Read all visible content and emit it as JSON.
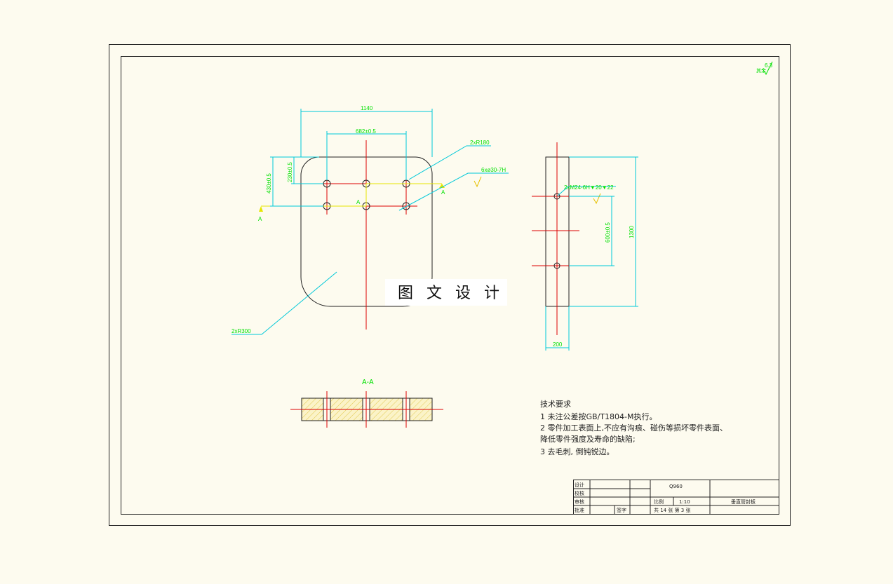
{
  "colors": {
    "background": "#fdfbef",
    "outline": "#222222",
    "center_line": "#dd0000",
    "dimension": "#00c8d8",
    "dimension_text": "#00e000",
    "section_arrow": "#e6e600",
    "hatch": "#f6e7a0"
  },
  "surface_roughness": "6.3",
  "surface_roughness_prefix": "其余",
  "front_view": {
    "width_dim": "1140",
    "hole_spacing_dim": "682±0.5",
    "left_dim_1": "230±0.5",
    "left_dim_2": "430±0.5",
    "corner_callout_top": "2xR180",
    "corner_callout_bottom": "2xR300",
    "hole_callout": "6xø30-7H",
    "section_label_left": "A",
    "section_label_right": "A",
    "section_label_mid": "A"
  },
  "side_view": {
    "thread_callout": "2xM24-6H▼20▼22",
    "hole_spacing_dim": "600±0.5",
    "height_dim": "1300",
    "thickness_dim": "200"
  },
  "section_view": {
    "label": "A-A"
  },
  "watermark": "图 文 设 计",
  "tech_requirements": {
    "title": "技术要求",
    "lines": [
      "1  未注公差按GB/T1804-M执行。",
      "2  零件加工表面上,不应有沟痕、碰伤等损坏零件表面、",
      "降低零件强度及寿命的缺陷;",
      "3  去毛刺, 倒钝锐边。"
    ]
  },
  "title_block": {
    "design": "设计",
    "check": "校核",
    "review": "审核",
    "approve": "批准",
    "signature": "签字",
    "material": "Q960",
    "scale_label": "比例",
    "scale_value": "1:10",
    "part_name": "垂直管封板",
    "sheet_info": "共 14 张 第 3 张"
  }
}
